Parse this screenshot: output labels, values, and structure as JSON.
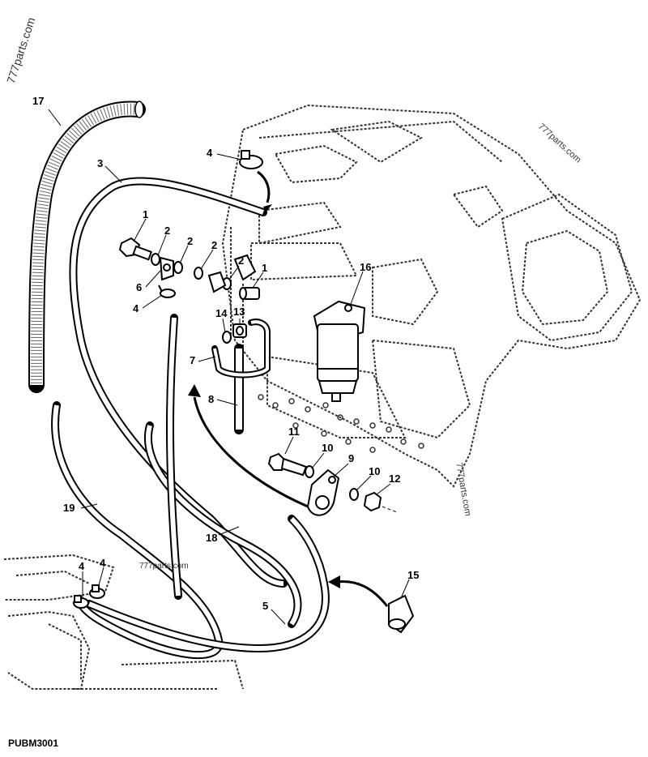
{
  "watermark": "777parts.com",
  "drawing_code": "PUBM3001",
  "callouts": {
    "c17": "17",
    "c3": "3",
    "c4a": "4",
    "c1a": "1",
    "c2a": "2",
    "c2b": "2",
    "c2c": "2",
    "c2d": "2",
    "c1b": "1",
    "c16": "16",
    "c6": "6",
    "c4b": "4",
    "c14": "14",
    "c13": "13",
    "c7": "7",
    "c8": "8",
    "c11": "11",
    "c10a": "10",
    "c9": "9",
    "c10b": "10",
    "c12": "12",
    "c19": "19",
    "c18": "18",
    "c4c": "4",
    "c4d": "4",
    "c15": "15",
    "c5": "5"
  }
}
